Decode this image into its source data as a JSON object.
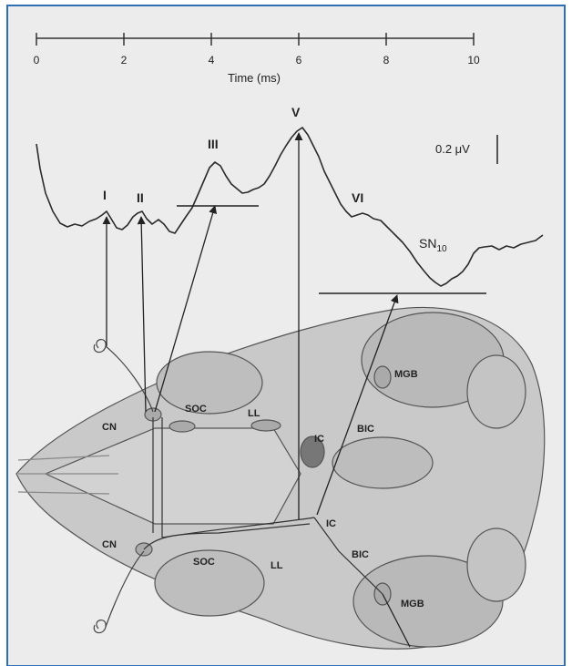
{
  "frame_color": "#2f6fb5",
  "background_color": "#ececec",
  "time_axis": {
    "label": "Time (ms)",
    "ticks": [
      "0",
      "2",
      "4",
      "6",
      "8",
      "10"
    ]
  },
  "scale_bar": {
    "label": "0.2 μV"
  },
  "waves": {
    "I": "I",
    "II": "II",
    "III": "III",
    "V": "V",
    "VI": "VI",
    "sn": "SN",
    "sn_sub": "10"
  },
  "structures": {
    "cn_top": "CN",
    "soc_top": "SOC",
    "ll_top": "LL",
    "ic_top": "IC",
    "bic_top": "BIC",
    "mgb_top": "MGB",
    "cn_bottom": "CN",
    "soc_bottom": "SOC",
    "ll_bottom": "LL",
    "ic_bottom": "IC",
    "bic_bottom": "BIC",
    "mgb_bottom": "MGB"
  }
}
